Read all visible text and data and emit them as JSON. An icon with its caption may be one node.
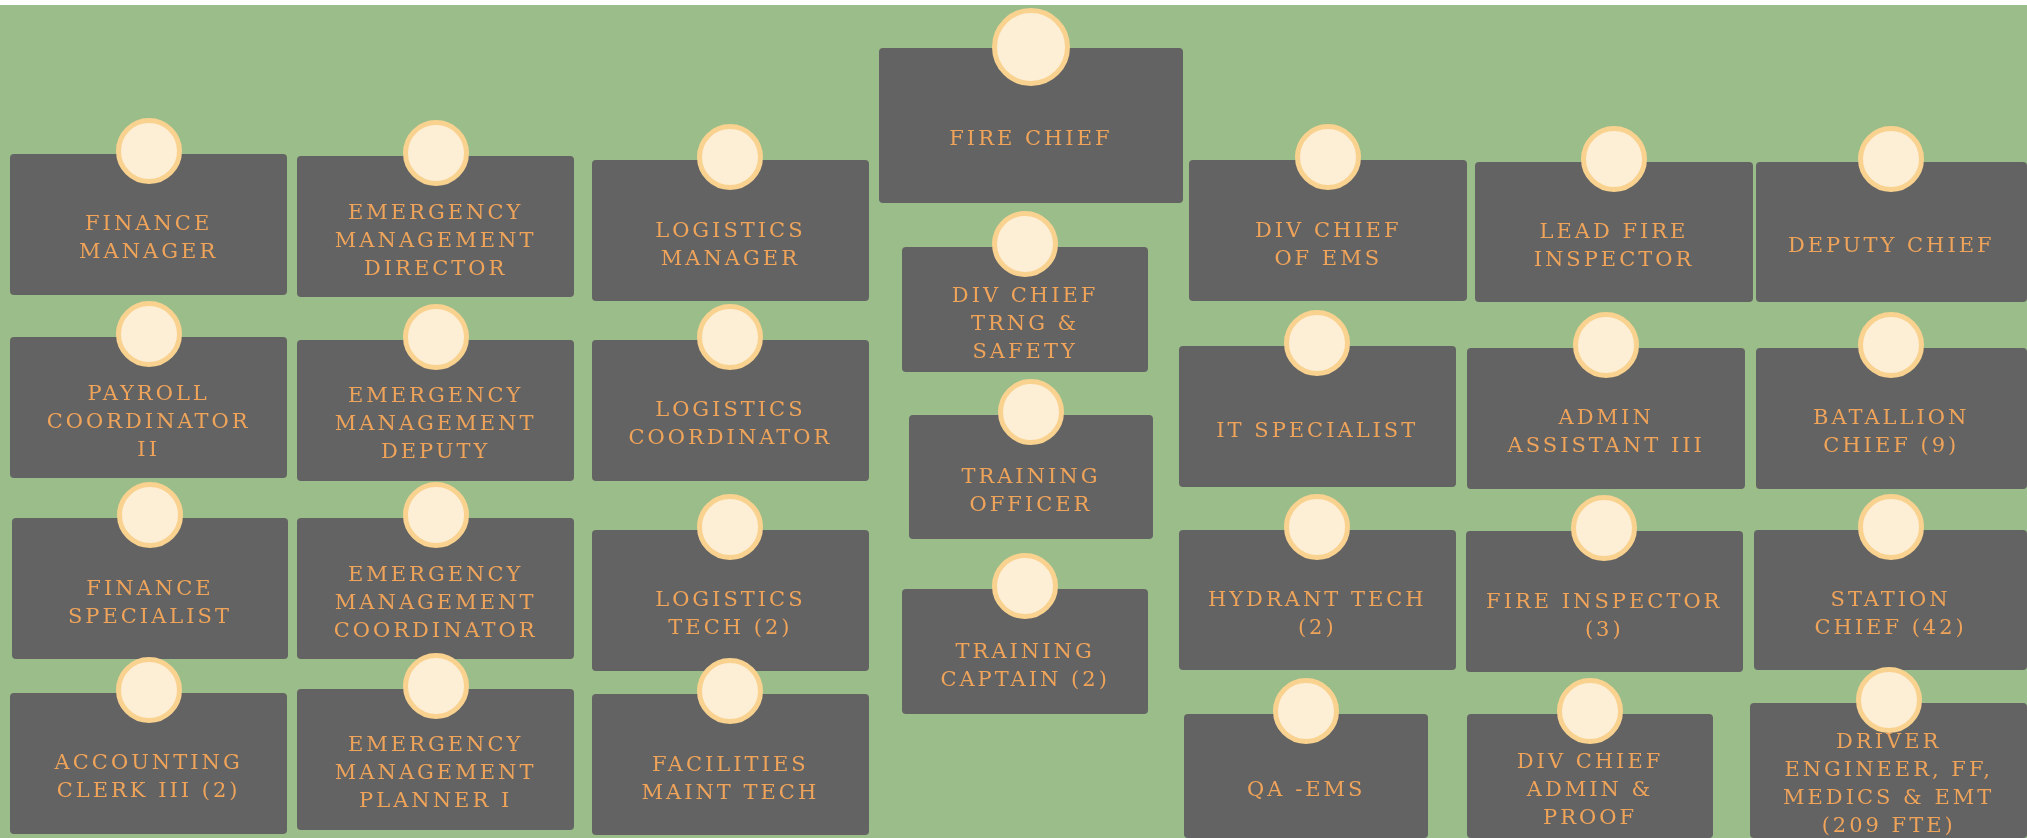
{
  "diagram": {
    "nodes": [
      {
        "text": [
          "FIRE CHIEF"
        ]
      },
      {
        "text": [
          "FINANCE MANAGER"
        ]
      },
      {
        "text": [
          "PAYROLL COORDINATOR II"
        ]
      },
      {
        "text": [
          "FINANCE SPECIALIST"
        ]
      },
      {
        "text": [
          "ACCOUNTING CLERK III (2)"
        ]
      },
      {
        "text": [
          "EMERGENCY MANAGEMENT DIRECTOR"
        ]
      },
      {
        "text": [
          "EMERGENCY MANAGEMENT DEPUTY"
        ]
      },
      {
        "text": [
          "EMERGENCY MANAGEMENT COORDINATOR"
        ]
      },
      {
        "text": [
          "EMERGENCY MANAGEMENT PLANNER I"
        ]
      },
      {
        "text": [
          "LOGISTICS MANAGER"
        ]
      },
      {
        "text": [
          "LOGISTICS COORDINATOR"
        ]
      },
      {
        "text": [
          "LOGISTICS TECH (2)"
        ]
      },
      {
        "text": [
          "FACILITIES MAINT TECH"
        ]
      },
      {
        "text": [
          "DIV CHIEF TRNG & SAFETY"
        ]
      },
      {
        "text": [
          "TRAINING OFFICER"
        ]
      },
      {
        "text": [
          "TRAINING CAPTAIN (2)"
        ]
      },
      {
        "text": [
          "DIV CHIEF OF EMS"
        ]
      },
      {
        "text": [
          "IT SPECIALIST"
        ]
      },
      {
        "text": [
          "HYDRANT TECH (2)"
        ]
      },
      {
        "text": [
          "QA -EMS"
        ]
      },
      {
        "text": [
          "LEAD FIRE INSPECTOR"
        ]
      },
      {
        "text": [
          "ADMIN ASSISTANT III"
        ]
      },
      {
        "text": [
          "FIRE INSPECTOR (3)"
        ]
      },
      {
        "text": [
          "DIV CHIEF ADMIN & PROOF"
        ]
      },
      {
        "text": [
          "DEPUTY CHIEF"
        ]
      },
      {
        "text": [
          "BATALLION CHIEF (9)"
        ]
      },
      {
        "text": [
          "STATION CHIEF (42)"
        ]
      },
      {
        "text": [
          "DRIVER ENGINEER, FF, MEDICS & EMT (209 FTE)"
        ]
      }
    ]
  }
}
